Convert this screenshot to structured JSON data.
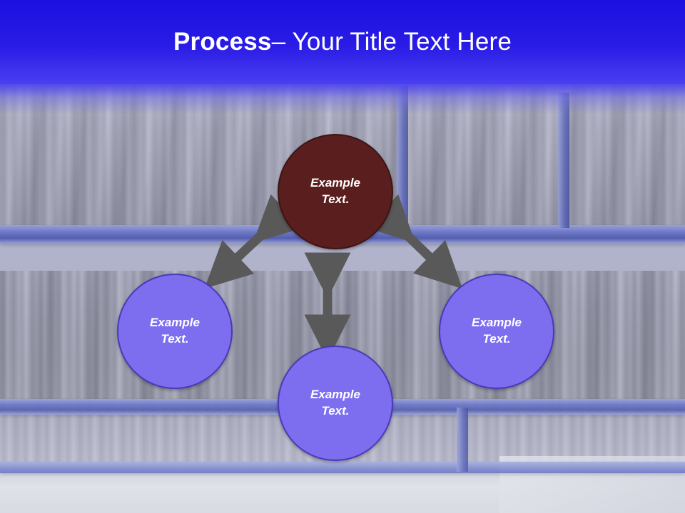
{
  "slide": {
    "title": {
      "strong": "Process",
      "rest": " – Your Title Text Here"
    },
    "background_description": "tire warehouse shelving photo",
    "colors": {
      "title_banner": "#2a1ce6",
      "center_node": "#5b1e1e",
      "outer_node": "#7d6ef0",
      "arrow": "#595959",
      "title_text": "#ffffff"
    }
  },
  "diagram": {
    "type": "radial-process",
    "nodes": [
      {
        "id": "top",
        "line1": "Example",
        "line2": "Text.",
        "fill": "#5b1e1e"
      },
      {
        "id": "left",
        "line1": "Example",
        "line2": "Text.",
        "fill": "#7d6ef0"
      },
      {
        "id": "bottom",
        "line1": "Example",
        "line2": "Text.",
        "fill": "#7d6ef0"
      },
      {
        "id": "right",
        "line1": "Example",
        "line2": "Text.",
        "fill": "#7d6ef0"
      }
    ],
    "connectors": [
      {
        "from": "top",
        "to": "left",
        "style": "double-headed-arrow"
      },
      {
        "from": "top",
        "to": "bottom",
        "style": "double-headed-arrow"
      },
      {
        "from": "top",
        "to": "right",
        "style": "double-headed-arrow"
      }
    ]
  }
}
